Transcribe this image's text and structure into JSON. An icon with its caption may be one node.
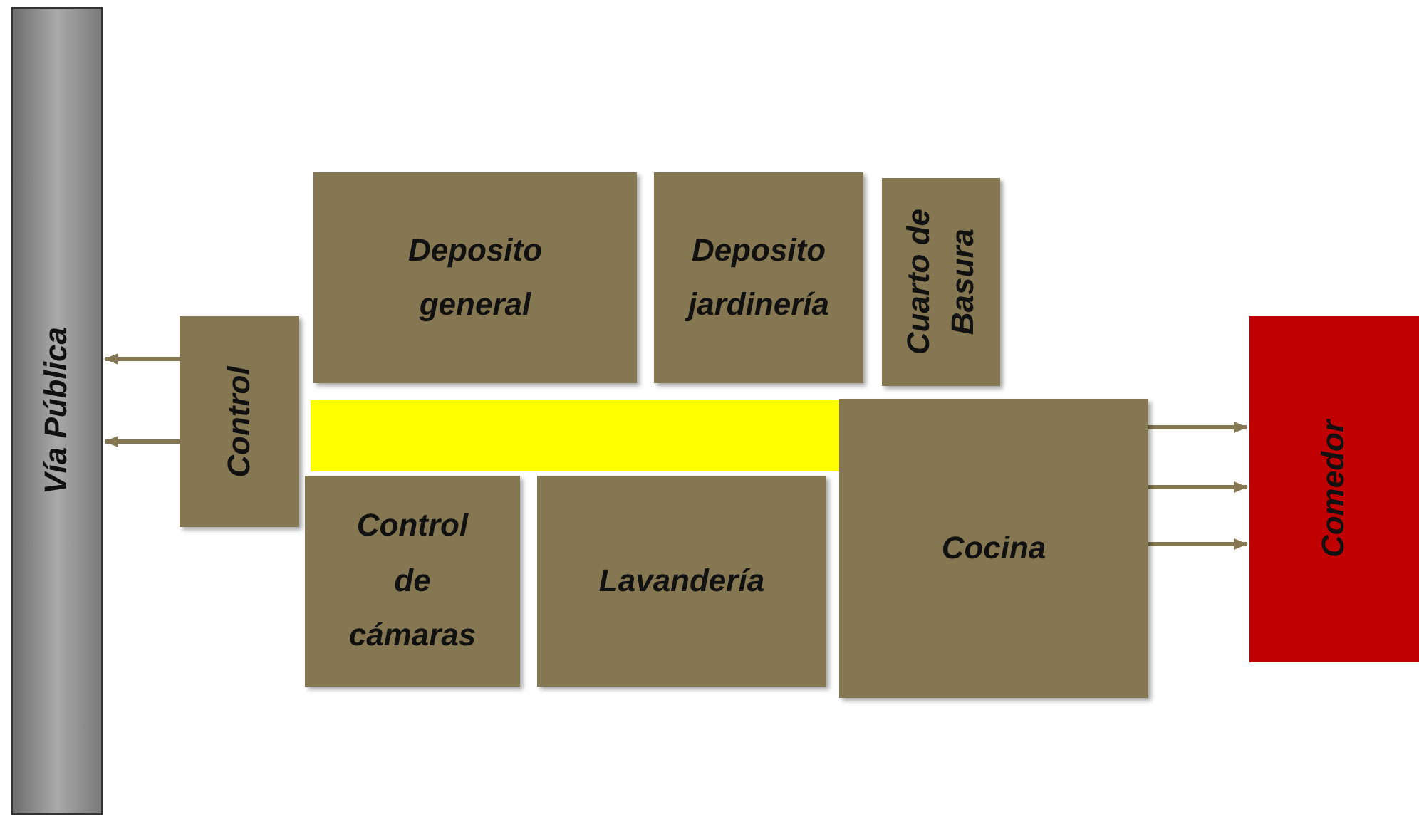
{
  "diagram": {
    "nodes": [
      {
        "text": [
          "Vía Pública"
        ]
      },
      {
        "text": [
          "Control"
        ]
      },
      {
        "text": [
          "Deposito general"
        ]
      },
      {
        "text": [
          "Deposito jardinería"
        ]
      },
      {
        "text": [
          "Cuarto de Basura"
        ]
      },
      {
        "text": [],
        "shape": "bar"
      },
      {
        "text": [
          "Control de cámaras"
        ]
      },
      {
        "text": [
          "Lavandería"
        ]
      },
      {
        "text": [
          "Cocina"
        ]
      },
      {
        "text": [
          "Comedor"
        ]
      }
    ],
    "edges": [
      {
        "from": 1,
        "to": 0,
        "arrow": "to"
      },
      {
        "from": 1,
        "to": 0,
        "arrow": "to"
      },
      {
        "from": 8,
        "to": 9,
        "arrow": "to"
      },
      {
        "from": 8,
        "to": 9,
        "arrow": "to"
      },
      {
        "from": 8,
        "to": 9,
        "arrow": "to"
      }
    ]
  }
}
